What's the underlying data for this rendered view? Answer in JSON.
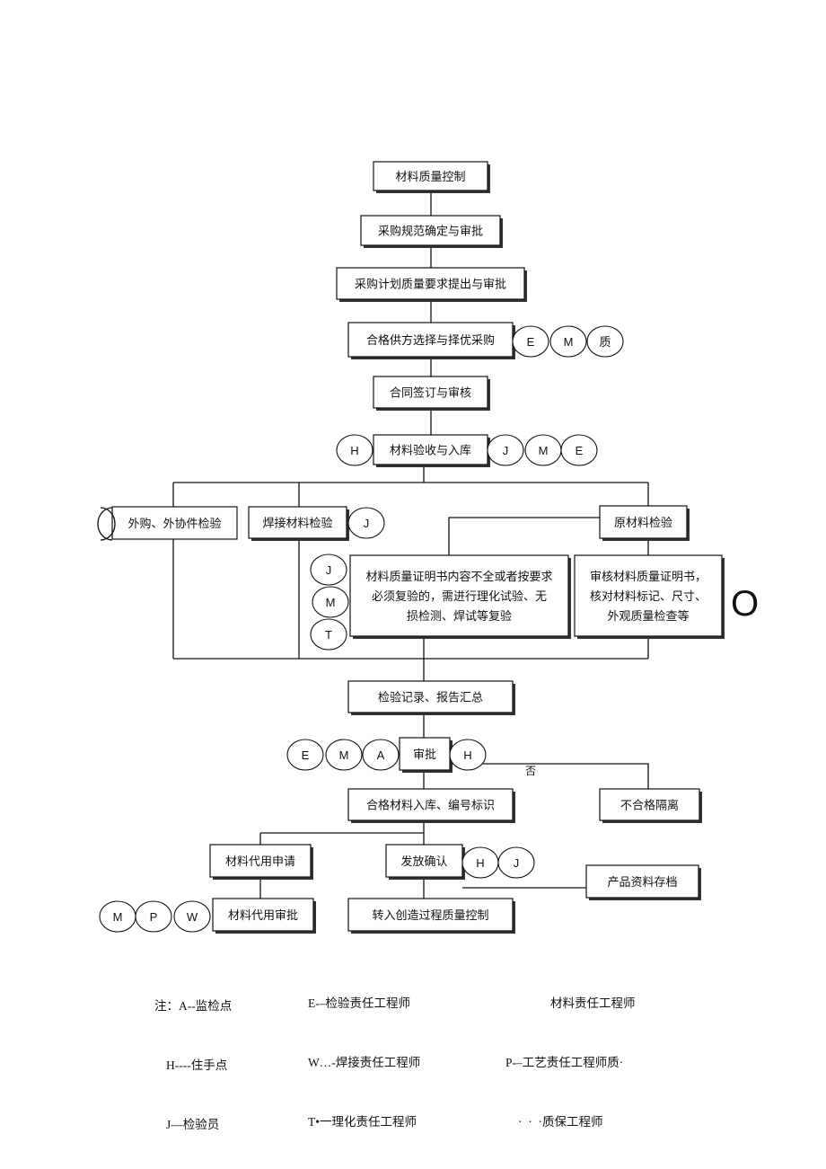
{
  "nodes": {
    "material_qc": "材料质量控制",
    "purchase_spec": "采购规范确定与审批",
    "purchase_plan": "采购计划质量要求提出与审批",
    "supplier_select": "合格供方选择与择优采购",
    "contract": "合同签订与审核",
    "receiving": "材料验收与入库",
    "outsourced_check": "外购、外协件检验",
    "welding_check": "焊接材料检验",
    "raw_check": "原材料检验",
    "retest_lines": [
      "材料质量证明书内容不全或者按要求",
      "必须复验的，需进行理化试验、无",
      "损检测、焊试等复验"
    ],
    "review_lines": [
      "审核材料质量证明书，",
      "核对材料标记、尺寸、",
      "外观质量检查等"
    ],
    "record": "检验记录、报告汇总",
    "approve": "审批",
    "qualified_store": "合格材料入库、编号标识",
    "reject": "不合格隔离",
    "substitute_apply": "材料代用申请",
    "issue_confirm": "发放确认",
    "archive": "产品资料存档",
    "substitute_approve": "材料代用审批",
    "transfer": "转入创造过程质量控制"
  },
  "marks": {
    "supplier": [
      "E",
      "M",
      "质"
    ],
    "receiving_left": [
      "H"
    ],
    "receiving_right": [
      "J",
      "M",
      "E"
    ],
    "welding": [
      "J"
    ],
    "retest": [
      "J",
      "M",
      "T"
    ],
    "approve_left": [
      "E",
      "M",
      "A"
    ],
    "approve_right": [
      "H"
    ],
    "issue": [
      "H",
      "J"
    ],
    "substitute": [
      "M",
      "P",
      "W"
    ]
  },
  "labels": {
    "no": "否",
    "stray_o": "O"
  },
  "legend": {
    "col1": [
      "注：A--监检点",
      "H----住手点",
      "J—检验员"
    ],
    "col2": [
      "E-–检验责任工程师",
      "W…-焊接责任工程师",
      "T•一理化责任工程师"
    ],
    "col3": [
      "材料责任工程师",
      "P-–工艺责任工程师质·",
      "·  ·  ·质保工程师"
    ]
  }
}
